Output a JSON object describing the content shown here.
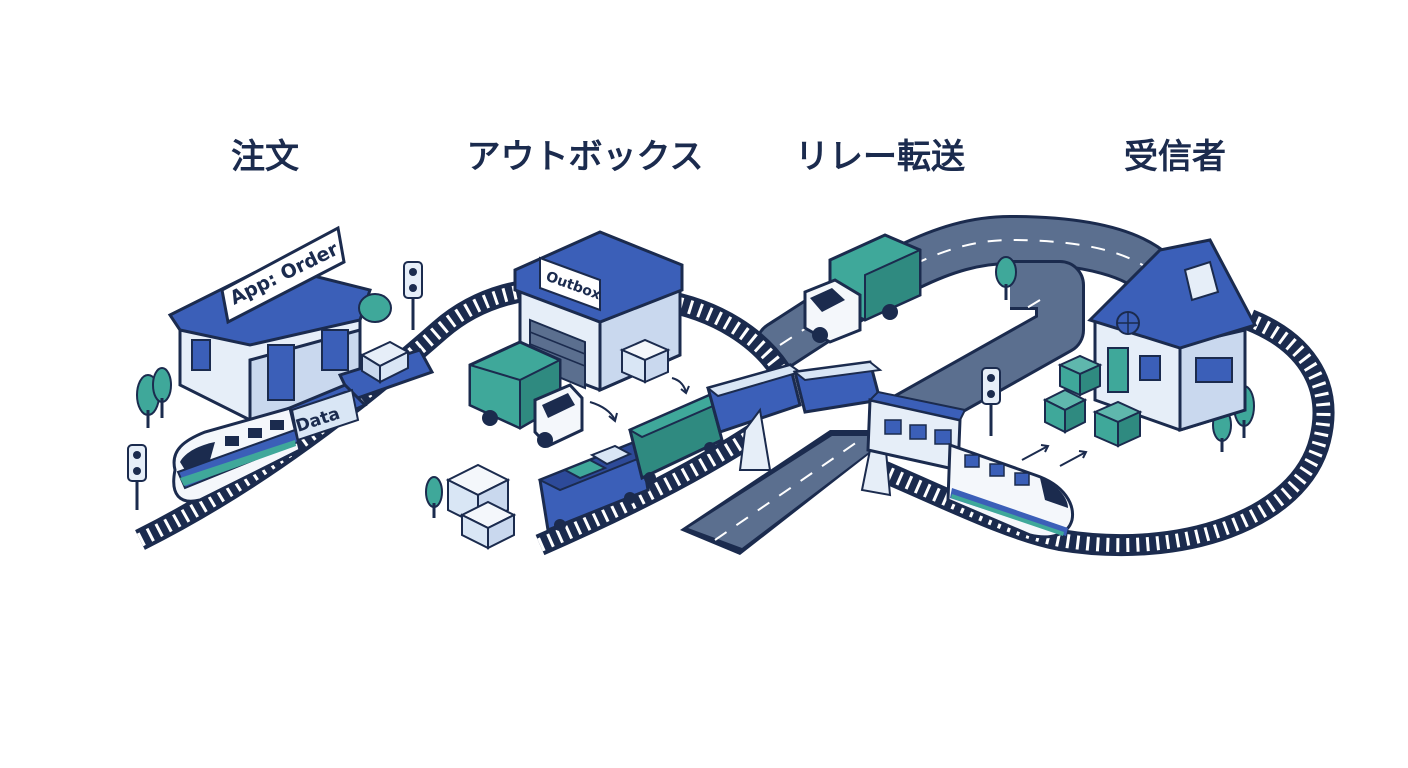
{
  "stages": {
    "order": "注文",
    "outbox": "アウトボックス",
    "relay": "リレー転送",
    "receiver": "受信者"
  },
  "signs": {
    "app_order": "App: Order",
    "outbox": "Outbox",
    "data": "Data"
  },
  "colors": {
    "outline": "#1b2b4e",
    "blue": "#3b5fb8",
    "light_blue": "#d9e6f5",
    "green": "#3fa89a",
    "road": "#5b6f8f"
  },
  "icons": [
    "store-building",
    "warehouse",
    "house",
    "train",
    "truck",
    "cargo-box",
    "traffic-light",
    "tree",
    "road",
    "rail-track",
    "arrow"
  ]
}
